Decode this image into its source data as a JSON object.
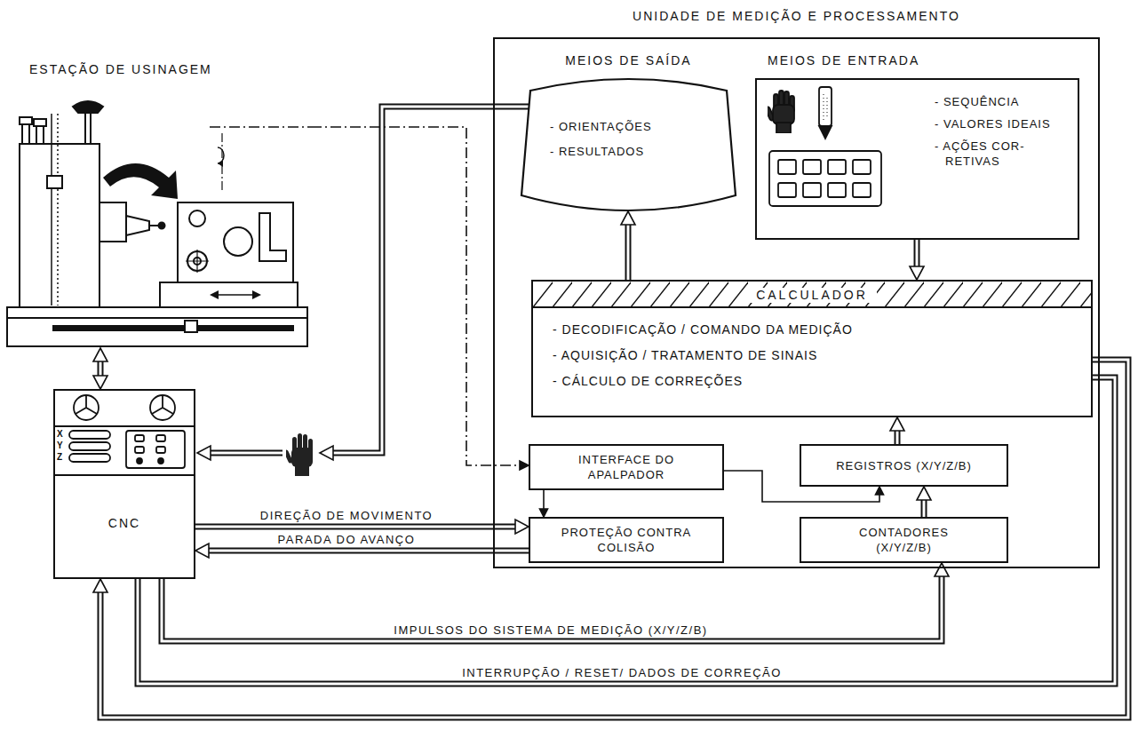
{
  "diagram": {
    "nodes": [
      {
        "text": [
          "UNIDADE DE MEDIÇÃO E PROCESSAMENTO"
        ]
      },
      {
        "text": [
          "MEIOS DE SAÍDA",
          "- ORIENTAÇÕES",
          "- RESULTADOS"
        ],
        "in": 0
      },
      {
        "text": [
          "MEIOS DE ENTRADA",
          "- SEQUÊNCIA",
          "- VALORES IDEAIS",
          "- AÇÕES COR- RETIVAS"
        ],
        "in": 0
      },
      {
        "text": [
          "CALCULADOR",
          "- DECODIFICAÇÃO / COMANDO DA MEDIÇÃO",
          "- AQUISIÇÃO / TRATAMENTO DE SINAIS",
          "- CÁLCULO DE CORREÇÕES"
        ],
        "in": 0
      },
      {
        "text": [
          "INTERFACE DO APALPADOR"
        ],
        "in": 0
      },
      {
        "text": [
          "REGISTROS (X/Y/Z/B)"
        ],
        "in": 0
      },
      {
        "text": [
          "PROTEÇÃO CONTRA COLISÃO"
        ],
        "in": 0
      },
      {
        "text": [
          "CONTADORES (X/Y/Z/B)"
        ],
        "in": 0
      },
      {
        "text": [
          "ESTAÇÃO DE USINAGEM"
        ]
      },
      {
        "text": [
          "CNC"
        ]
      }
    ],
    "edges": [
      {
        "from": 2,
        "to": 3,
        "arrow": "to"
      },
      {
        "from": 3,
        "to": 1,
        "arrow": "to"
      },
      {
        "from": 5,
        "to": 3,
        "arrow": "to"
      },
      {
        "from": 7,
        "to": 5,
        "arrow": "to"
      },
      {
        "from": 4,
        "to": 5,
        "arrow": "to"
      },
      {
        "from": 4,
        "to": 6,
        "arrow": "to"
      },
      {
        "from": 9,
        "to": 6,
        "label": "DIREÇÃO DE MOVIMENTO",
        "arrow": "to"
      },
      {
        "from": 6,
        "to": 9,
        "label": "PARADA DO AVANÇO",
        "arrow": "to"
      },
      {
        "from": 9,
        "to": 7,
        "label": "IMPULSOS DO SISTEMA DE MEDIÇÃO (X/Y/Z/B)",
        "arrow": "to"
      },
      {
        "from": 9,
        "to": 3,
        "label": "INTERRUPÇÃO / RESET/ DADOS DE CORREÇÃO",
        "arrow": "none"
      },
      {
        "from": 3,
        "to": 9,
        "arrow": "to"
      },
      {
        "from": 8,
        "to": 9,
        "arrow": "both"
      },
      {
        "from": 8,
        "to": 4,
        "arrow": "to"
      }
    ],
    "labels": [
      "X",
      "Y",
      "Z"
    ]
  }
}
